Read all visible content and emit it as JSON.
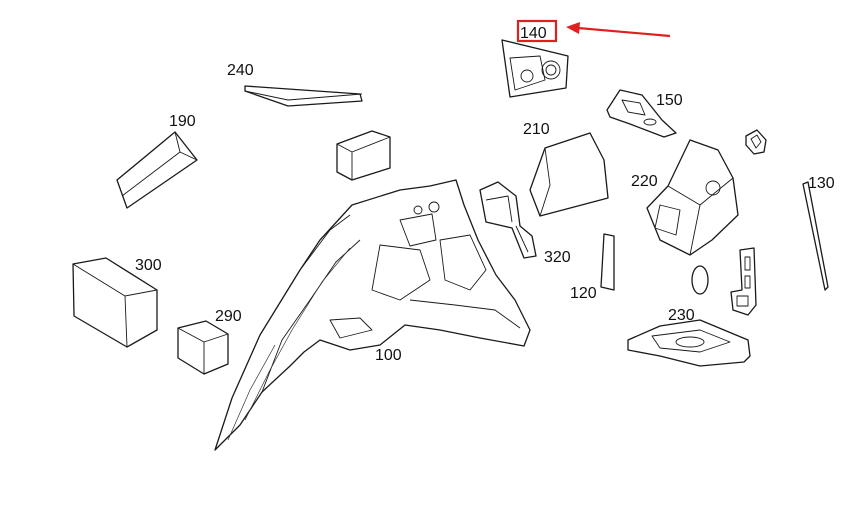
{
  "diagram": {
    "highlight_color": "#e02020",
    "highlighted_part": "140",
    "labels": {
      "p140": "140",
      "p240": "240",
      "p150": "150",
      "p190": "190",
      "p210": "210",
      "p220": "220",
      "p130": "130",
      "p300": "300",
      "p320": "320",
      "p120": "120",
      "p290": "290",
      "p230": "230",
      "p100": "100"
    }
  }
}
